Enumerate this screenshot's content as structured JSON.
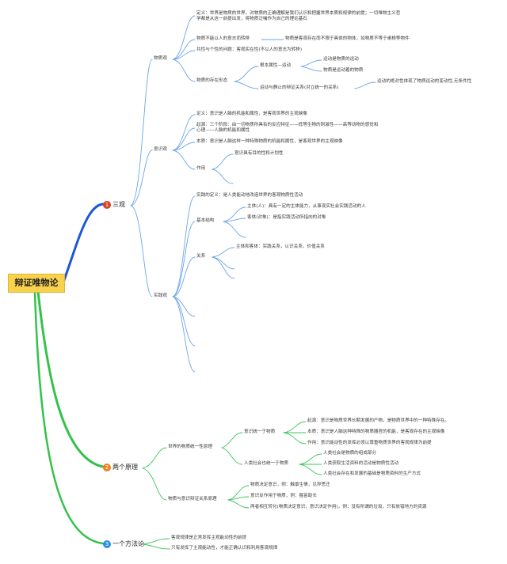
{
  "root": "辩证唯物论",
  "sections": {
    "s1": {
      "badge": "1",
      "label": "三观"
    },
    "s2": {
      "badge": "2",
      "label": "两个原理"
    },
    "s3": {
      "badge": "3",
      "label": "一个方法论"
    }
  },
  "wuzhi": {
    "title": "物质观",
    "def": "定义：世界是物质的世界，对物质的正确理解是我们认识和把握世界本质和规律的前提；一切唯物主义哲学都是从这一前提出发，将物质泛哺作为自己的理论基石",
    "not_change": "物质不能以人的意志而转移",
    "concrete": "物质是客观存在而不限于具体的物体，如物质不等于桌椅等物件",
    "common": "共性与个性的问题：客观实在性(不以人的意志为转移)",
    "exist": "物质的存在形态",
    "attr": "根本属性—运动",
    "move1": "运动是物质的运动",
    "move2": "物质是运动着的物质",
    "dialectic": "运动与静止的辩证关系(对立统一的关系)",
    "absolute": "运动的绝对性体现了物质运动的变动性,无条件性"
  },
  "yishi": {
    "title": "意识观",
    "def": "定义：意识是人脑的机能和属性，是客观世界的主观映像",
    "origin": "起源：三个阶段：由一切物质所具有的反应特征——低等生物的刺激性——高等动物的感觉和心理——人脑的机能和属性",
    "essence": "本质：意识是人脑这样一种特殊物质的机能和属性，是客观世界的主观映像",
    "role": "作用",
    "purpose": "意识具有目的性和计划性"
  },
  "shijian": {
    "title": "实践观",
    "def": "实践的定义：是人类能动地改造世界的客观物质性活动",
    "structure": "基本结构",
    "subject": "主体(人)：具有一定的主体能力，从事现实社会实践活动的人",
    "object": "客体(对象)：是指实践活动所指向的对象",
    "relation": "关系",
    "relations": "主体和客体：实践关系，认识关系，价值关系"
  },
  "principles": {
    "unity": "世界的物质统一性原理",
    "unity_yishi": "意识统一于物质",
    "p_origin": "起源：意识是物质世界长期发展的产物，是物质世界中的一种特殊存在。",
    "p_essence": "本质：意识是人脑这种特殊的物质器官的机能，是客观存在的主观映像",
    "p_role": "作用：意识能动性的发挥必须以尊重物质世界的客观规律为前提",
    "society": "人类社会也统一于物质",
    "soc1": "人类社会是物质的组成部分",
    "soc2": "人类获取生活资料的活动是物质性活动",
    "soc3": "人类社会存在和发展的基础是物质资料的生产方式",
    "dialectic": "物质与意识辩证关系原理",
    "d1": "物质决定意识，例：触景生情，见异思迁",
    "d2": "意识反作用于物质，例：揠苗助长",
    "d3": "两者相互转化(物质决定意识，意识决定作用)，例：没有所谓的垃圾，只有放错地方的资源"
  },
  "method": {
    "m1": "客观规律是正常发挥主观能动性的前提",
    "m2": "只有发挥了主观能动性，才能正确认识和利用客观规律"
  }
}
